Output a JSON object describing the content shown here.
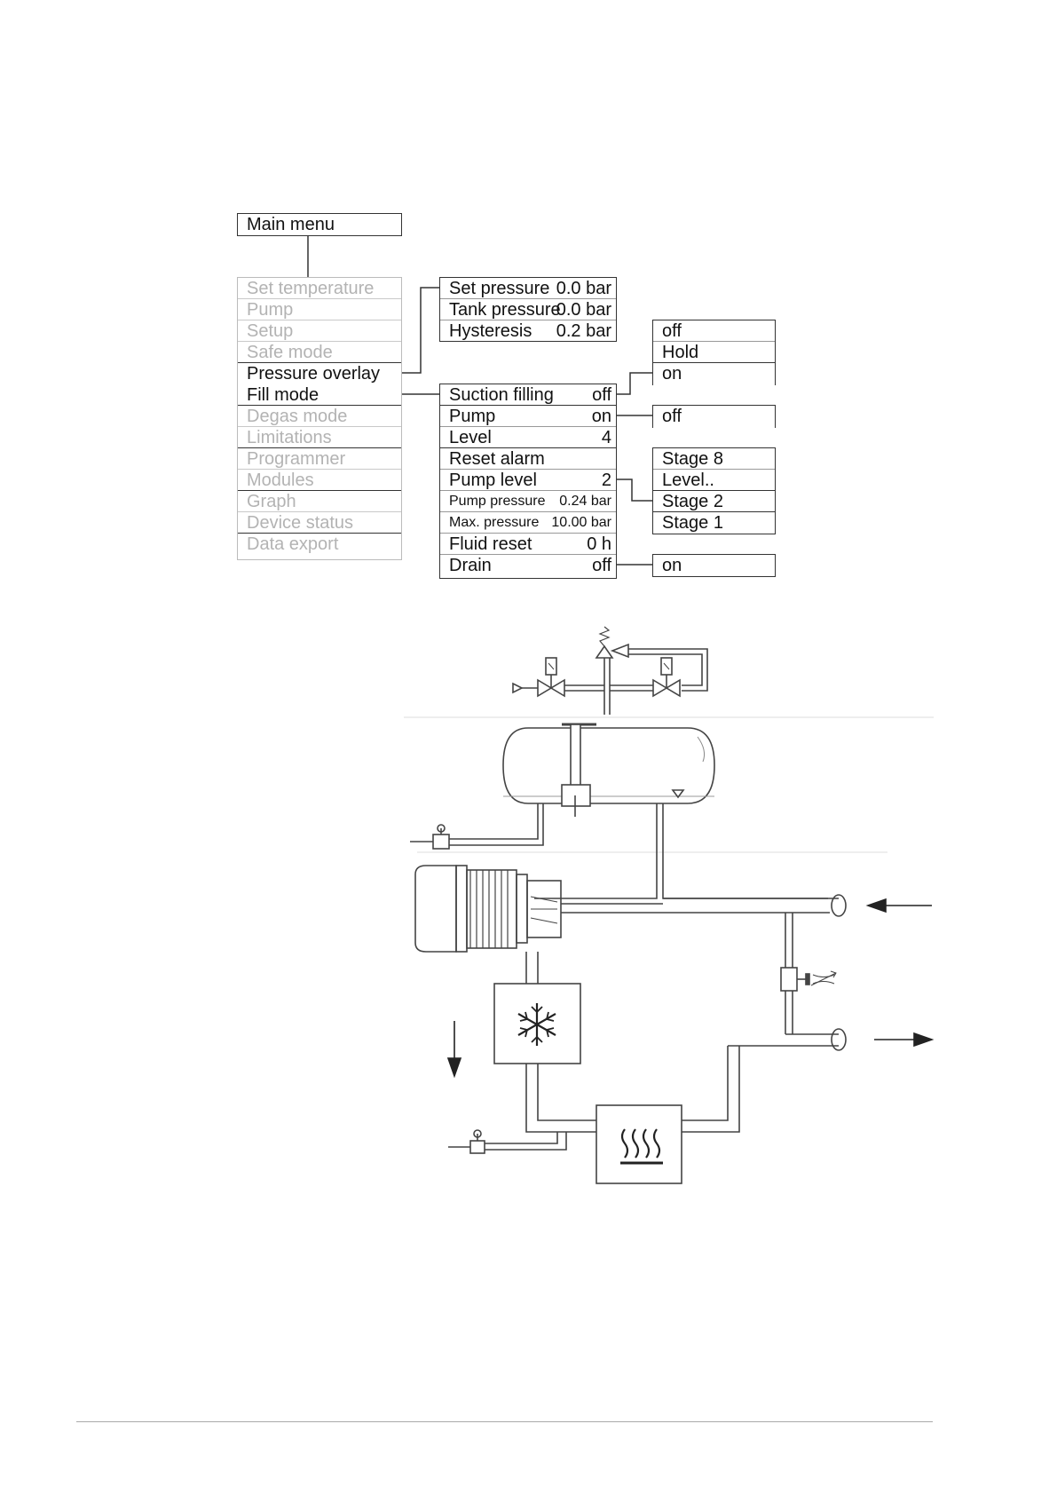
{
  "main_menu": {
    "title": "Main menu",
    "items": [
      {
        "label": "Set temperature",
        "dim": true
      },
      {
        "label": "Pump",
        "dim": true
      },
      {
        "label": "Setup",
        "dim": true
      },
      {
        "label": "Safe mode",
        "dim": true
      },
      {
        "label": "Pressure overlay",
        "dim": false
      },
      {
        "label": "Fill mode",
        "dim": false
      },
      {
        "label": "Degas mode",
        "dim": true
      },
      {
        "label": "Limitations",
        "dim": true
      },
      {
        "label": "Programmer",
        "dim": true
      },
      {
        "label": "Modules",
        "dim": true
      },
      {
        "label": "Graph",
        "dim": true
      },
      {
        "label": "Device status",
        "dim": true
      },
      {
        "label": "Data export",
        "dim": true
      }
    ]
  },
  "pressure_menu": {
    "items": [
      {
        "label": "Set pressure",
        "value": "0.0 bar"
      },
      {
        "label": "Tank pressure",
        "value": "0.0 bar"
      },
      {
        "label": "Hysteresis",
        "value": "0.2 bar"
      }
    ]
  },
  "fill_menu": {
    "items": [
      {
        "label": "Suction filling",
        "value": "off",
        "small": false
      },
      {
        "label": "Pump",
        "value": "on",
        "small": false
      },
      {
        "label": "Level",
        "value": "4",
        "small": false
      },
      {
        "label": "Reset alarm",
        "value": "",
        "small": false
      },
      {
        "label": "Pump level",
        "value": "2",
        "small": false
      },
      {
        "label": "Pump pressure",
        "value": "0.24 bar",
        "small": true
      },
      {
        "label": "Max. pressure",
        "value": "10.00 bar",
        "small": true
      },
      {
        "label": "Fluid reset",
        "value": "0 h",
        "small": false
      },
      {
        "label": "Drain",
        "value": "off",
        "small": false
      }
    ]
  },
  "suction_options": [
    "off",
    "Hold",
    "on"
  ],
  "pump_options": [
    "off"
  ],
  "level_options": [
    "Stage 8",
    "Level..",
    "Stage 2",
    "Stage 1"
  ],
  "drain_options": [
    "on"
  ],
  "colors": {
    "line": "#333333",
    "dim_text": "#b3b3b3",
    "pipe": "#444444"
  }
}
